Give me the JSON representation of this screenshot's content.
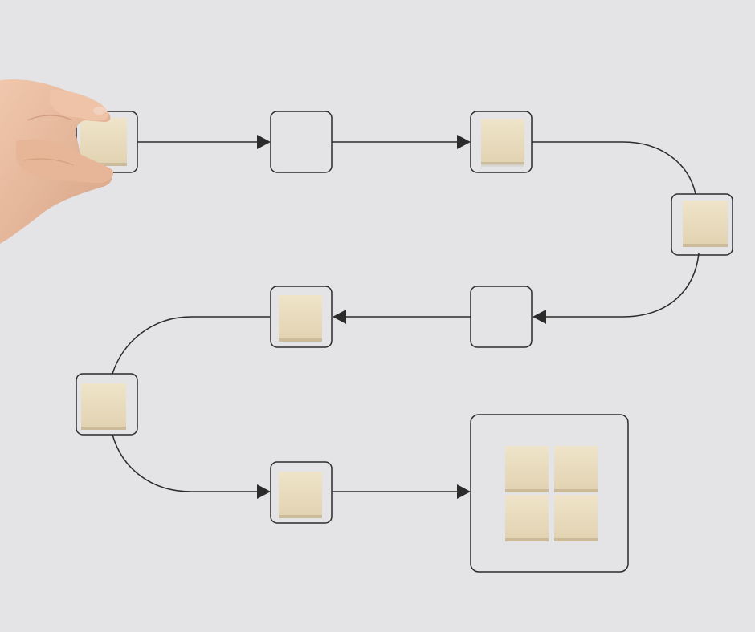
{
  "scene": {
    "background": "#e4e4e6",
    "line_color": "#2b2b2b",
    "block_color": "#e9dcbf",
    "block_shade": "#cbbb98",
    "skin_color": "#e6b79a"
  },
  "flow": {
    "steps": [
      {
        "name": "step-1",
        "filled": true,
        "held": true
      },
      {
        "name": "step-2",
        "filled": false
      },
      {
        "name": "step-3",
        "filled": true
      },
      {
        "name": "step-4",
        "filled": true
      },
      {
        "name": "step-5",
        "filled": false
      },
      {
        "name": "step-6",
        "filled": true
      },
      {
        "name": "step-7",
        "filled": true
      },
      {
        "name": "step-8",
        "filled": true
      }
    ],
    "final": {
      "name": "final-grid",
      "blocks": 4
    }
  }
}
